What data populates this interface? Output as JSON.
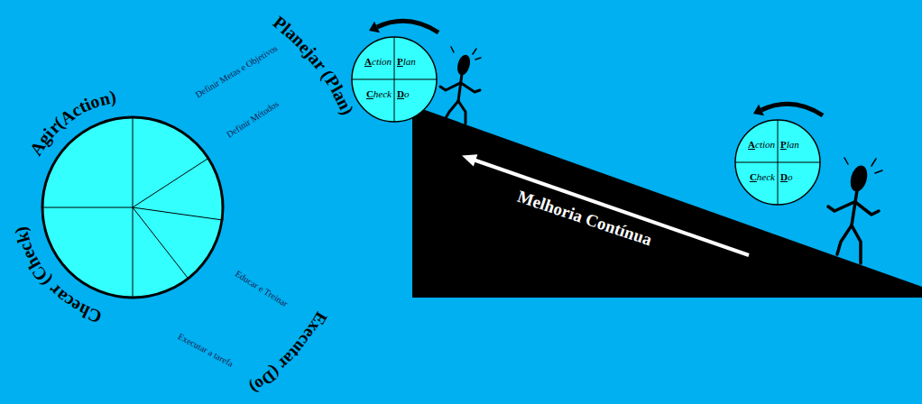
{
  "diagram": {
    "nodes": [
      {
        "text": [
          "Planejar (Plan)",
          "Executar (Do)",
          "Checar (Check)",
          "Agir(Action)"
        ]
      },
      {
        "text": [
          "Action",
          "Plan",
          "Check",
          "Do"
        ]
      },
      {
        "text": [
          "Action",
          "Plan",
          "Check",
          "Do"
        ]
      }
    ],
    "labels": [
      "Definir Metas e Objetivos",
      "Definir Métodos",
      "Educar e Treinar",
      "Executar a tarefa",
      "Melhoria Contínua"
    ]
  }
}
